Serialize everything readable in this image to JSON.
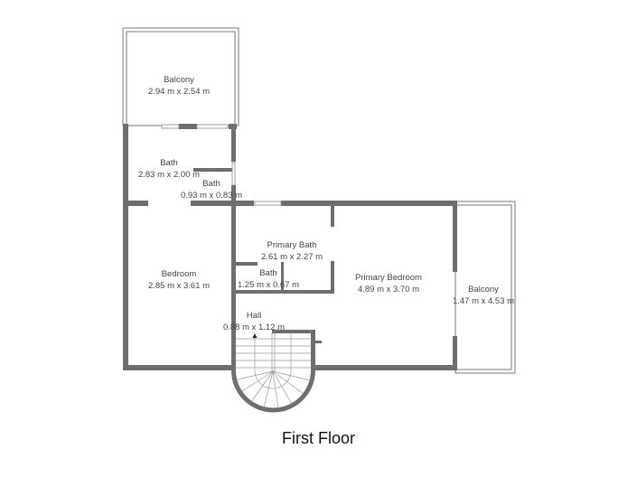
{
  "title": "First Floor",
  "rooms": [
    {
      "name": "Balcony",
      "size": "2.94 m x 2.54 m"
    },
    {
      "name": "Bath",
      "size": "2.83 m x 2.00 m"
    },
    {
      "name": "Bath",
      "size": "0.93 m x 0.83 m"
    },
    {
      "name": "Primary Bath",
      "size": "2.61 m x 2.27 m"
    },
    {
      "name": "Bath",
      "size": "1.25 m x 0.67 m"
    },
    {
      "name": "Bedroom",
      "size": "2.85 m x 3.61 m"
    },
    {
      "name": "Primary Bedroom",
      "size": "4.89 m x 3.70 m"
    },
    {
      "name": "Balcony",
      "size": "1.47 m x 4.53 m"
    },
    {
      "name": "Hall",
      "size": "0.88 m x 1.12 m"
    }
  ],
  "colors": {
    "wall": "#6e6e6e"
  }
}
